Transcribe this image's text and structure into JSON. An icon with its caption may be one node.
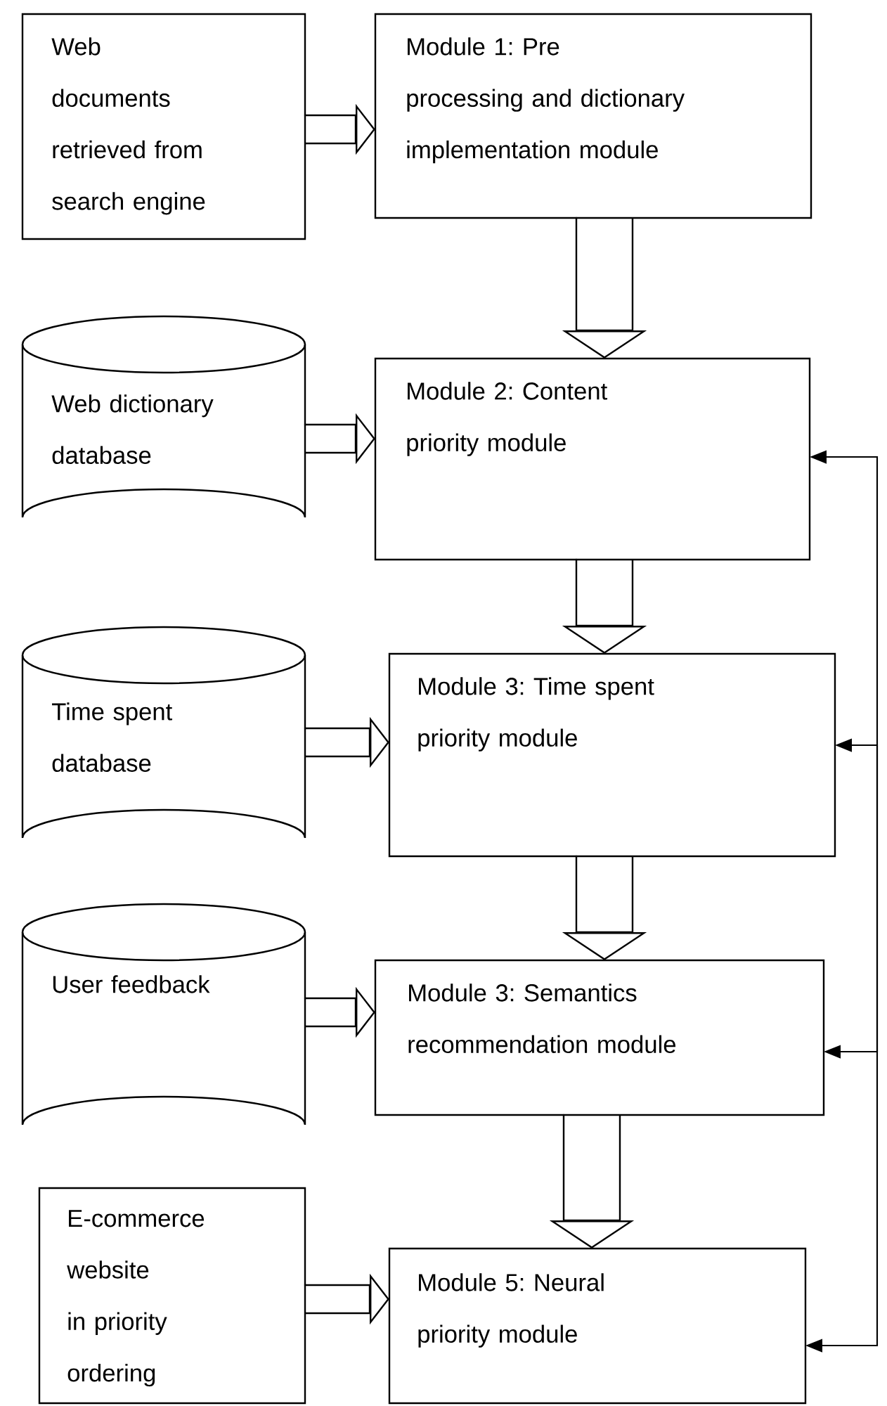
{
  "diagram": {
    "nodes": [
      {
        "text": [
          "Web documents retrieved from search engine"
        ]
      },
      {
        "text": [
          "Module 1: Pre processing and dictionary implementation module"
        ]
      },
      {
        "text": [
          "Web dictionary database"
        ]
      },
      {
        "text": [
          "Module 2: Content priority module"
        ]
      },
      {
        "text": [
          "Time spent database"
        ]
      },
      {
        "text": [
          "Module 3: Time spent priority module"
        ]
      },
      {
        "text": [
          "User feedback"
        ]
      },
      {
        "text": [
          "Module 3: Semantics recommendation module"
        ]
      },
      {
        "text": [
          "E-commerce website in priority ordering"
        ]
      },
      {
        "text": [
          "Module 5: Neural priority module"
        ]
      }
    ],
    "edges": [
      {
        "from": 0,
        "to": 1,
        "arrow": "to"
      },
      {
        "from": 1,
        "to": 3,
        "arrow": "to"
      },
      {
        "from": 2,
        "to": 3,
        "arrow": "to"
      },
      {
        "from": 3,
        "to": 5,
        "arrow": "to"
      },
      {
        "from": 4,
        "to": 5,
        "arrow": "to"
      },
      {
        "from": 5,
        "to": 7,
        "arrow": "to"
      },
      {
        "from": 6,
        "to": 7,
        "arrow": "to"
      },
      {
        "from": 7,
        "to": 9,
        "arrow": "to"
      },
      {
        "from": 8,
        "to": 9,
        "arrow": "to"
      },
      {
        "from": null,
        "to": 3,
        "arrow": "to"
      },
      {
        "from": null,
        "to": 5,
        "arrow": "to"
      },
      {
        "from": null,
        "to": 7,
        "arrow": "to"
      },
      {
        "from": null,
        "to": 9,
        "arrow": "to"
      }
    ]
  }
}
